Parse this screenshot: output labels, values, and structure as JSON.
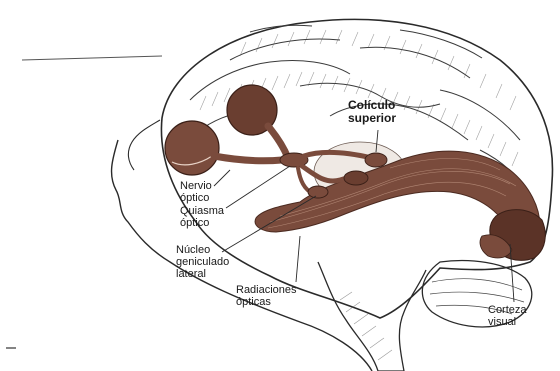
{
  "labels": {
    "colliculus": [
      "Colículo",
      "superior"
    ],
    "optic_nerve": [
      "Nervio",
      "óptico"
    ],
    "chiasm": [
      "Quiasma",
      "óptico"
    ],
    "lgn": [
      "Núcleo",
      "geniculado",
      "lateral"
    ],
    "radiations": [
      "Radiaciones",
      "ópticas"
    ],
    "visual_cortex": [
      "Corteza",
      "visual"
    ]
  },
  "colors": {
    "ink": "#2a2a2a",
    "tissue": "#7a4b3c",
    "tissue_dark": "#5b3327",
    "tissue_light": "#9c6a55",
    "background": "#ffffff"
  }
}
